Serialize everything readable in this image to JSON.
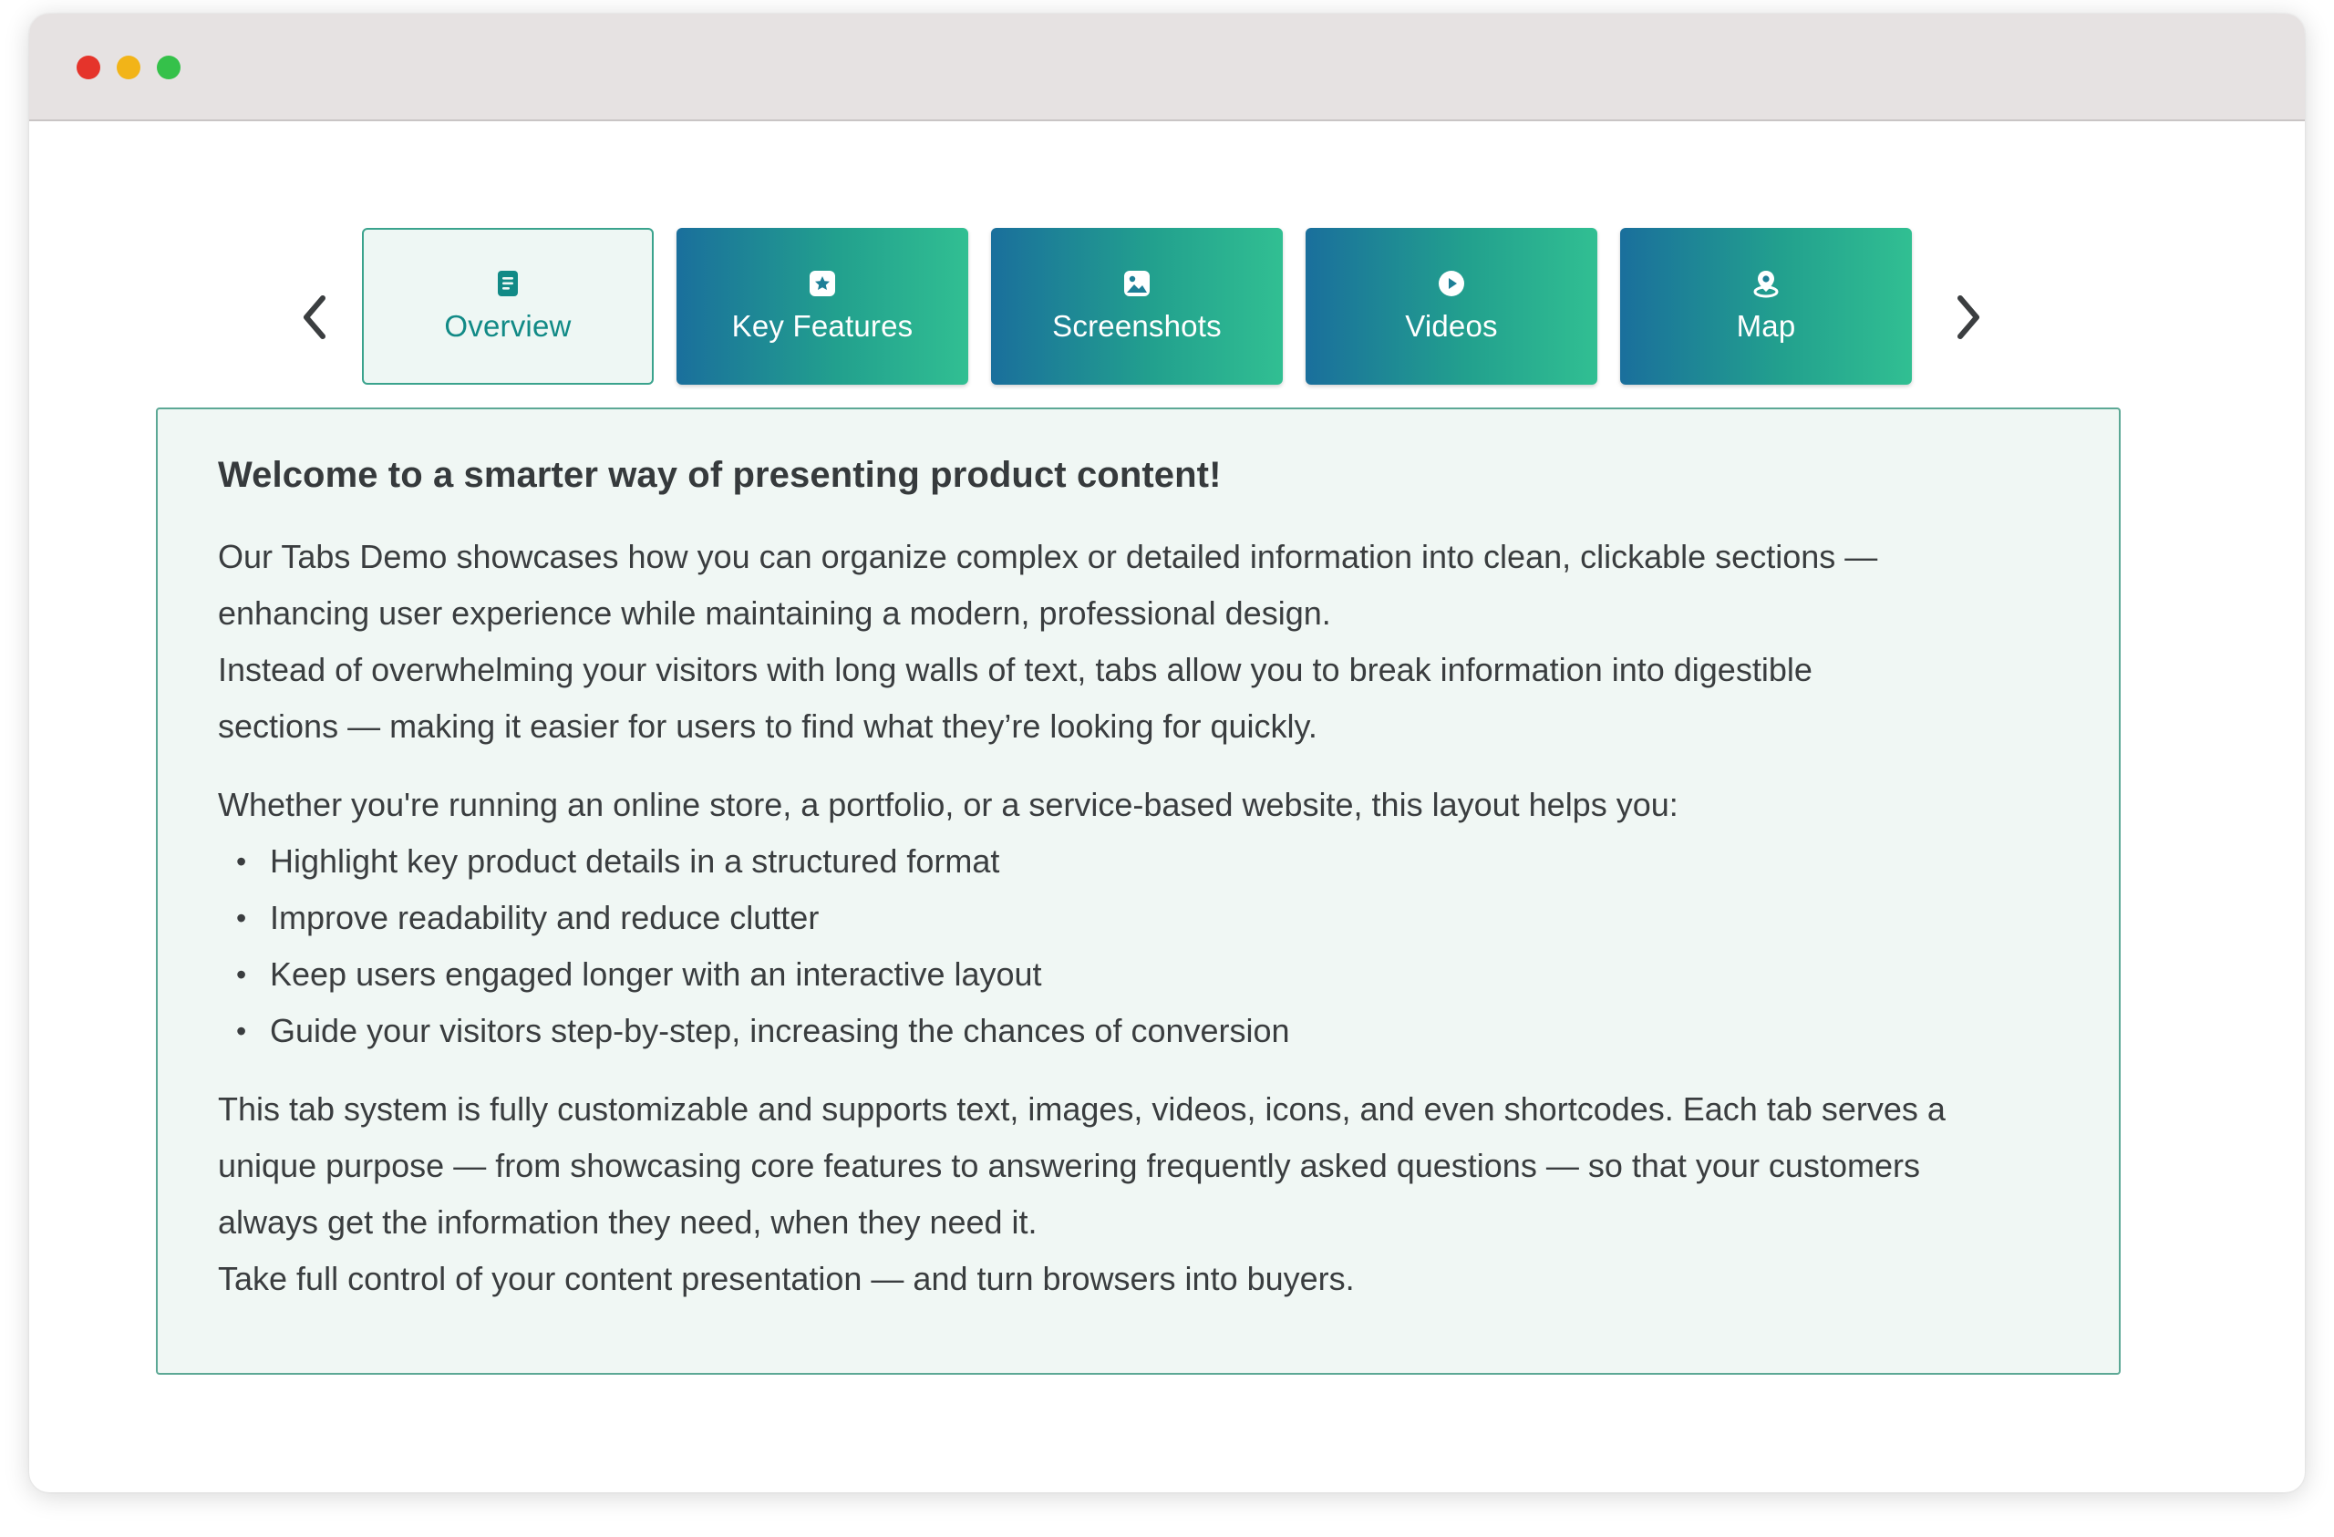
{
  "tabs": [
    {
      "label": "Overview",
      "icon": "document-icon",
      "active": true
    },
    {
      "label": "Key Features",
      "icon": "star-badge-icon",
      "active": false
    },
    {
      "label": "Screenshots",
      "icon": "image-icon",
      "active": false
    },
    {
      "label": "Videos",
      "icon": "play-icon",
      "active": false
    },
    {
      "label": "Map",
      "icon": "map-pin-icon",
      "active": false
    }
  ],
  "colors": {
    "tab_gradient_start": "#1a6f9c",
    "tab_gradient_end": "#31bf92",
    "active_tab_text": "#118a86",
    "panel_background": "#f0f7f4",
    "panel_border": "#5ca895"
  },
  "panel": {
    "heading": "Welcome to a smarter way of presenting product content!",
    "intro_lines": [
      "Our Tabs Demo showcases how you can organize complex or detailed information into clean, clickable sections —",
      "enhancing user experience while maintaining a modern, professional design.",
      "Instead of overwhelming your visitors with long walls of text, tabs allow you to break information into digestible",
      "sections — making it easier for users to find what they’re looking for quickly."
    ],
    "list_intro": "Whether you're running an online store, a portfolio, or a service-based website, this layout helps you:",
    "bullets": [
      "Highlight key product details in a structured format",
      "Improve readability and reduce clutter",
      "Keep users engaged longer with an interactive layout",
      "Guide your visitors step-by-step, increasing the chances of conversion"
    ],
    "closing_lines": [
      "This tab system is fully customizable and supports text, images, videos, icons, and even shortcodes. Each tab serves a",
      "unique purpose — from showcasing core features to answering frequently asked questions — so that your customers",
      "always get the information they need, when they need it.",
      "Take full control of your content presentation — and turn browsers into buyers."
    ]
  }
}
